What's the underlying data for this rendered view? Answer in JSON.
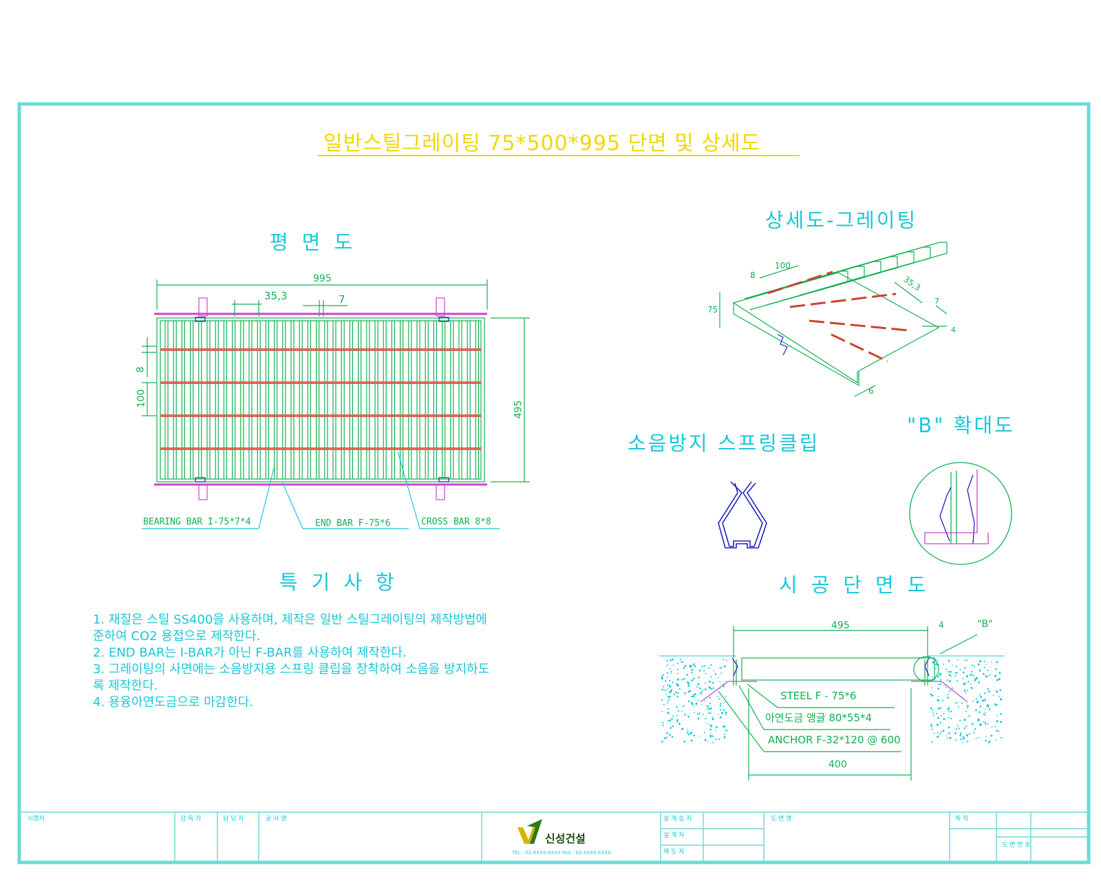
{
  "drawing_title": "일반스틸그레이팅 75*500*995 단면 및 상세도",
  "plan": {
    "title": "평면도",
    "dims": {
      "length": "995",
      "spacing": "35,3",
      "thickness": "7",
      "width": "495",
      "cross_thickness": "8",
      "cross_spacing": "100"
    },
    "labels": {
      "bearing_bar": "BEARING BAR I-75*7*4",
      "end_bar": "END BAR F-75*6",
      "cross_bar": "CROSS BAR 8*8"
    }
  },
  "detail": {
    "title": "상세도-그레이팅",
    "dims": {
      "cross": "8",
      "cross_spacing": "100",
      "spacing": "35,3",
      "thickness": "7",
      "height": "75",
      "web": "4",
      "end": "6"
    }
  },
  "clip": {
    "title": "소음방지 스프링클립"
  },
  "enlarge": {
    "title": "\"B\" 확대도"
  },
  "notes": {
    "title": "특기사항",
    "line1": "1.  재질은 스틸 SS400을 사용하며, 제작은 일반 스틸그레이팅의 제작방법에",
    "line1b": "준하여 CO2 용접으로 제작한다.",
    "line2": "2. END BAR는 I-BAR가 아닌 F-BAR를 사용하여 제작한다.",
    "line3": "3. 그레이팅의 사면에는 소음방지용 스프링 클립을 장착하여 소음을 방지하도",
    "line3b": "록 제작한다.",
    "line4": "4. 용융아연도금으로 마감한다."
  },
  "section": {
    "title": "시공단면도",
    "dims": {
      "width": "495",
      "gap": "4",
      "bottom": "400",
      "ref": "\"B\""
    },
    "labels": {
      "steel": "STEEL F  -  75*6",
      "angle": "아연도금 앵글 80*55*4",
      "anchor": "ANCHOR F-32*120 @ 600"
    }
  },
  "title_block": {
    "logo": "신성건설",
    "cells": [
      "시행처",
      "감 독 자",
      "담 당 자",
      "공 사 명",
      "설 계 승 자",
      "도 면 명",
      "축 척",
      "도 면 번 호",
      "설 계 자",
      "제 도 자"
    ],
    "contact": "TEL : 02-XXXX-XXXX   FAX : 02-XXXX-XXXX"
  },
  "colors": {
    "frame": "#6fd8d8",
    "title": "#f0d800",
    "text": "#18c8d8",
    "lines": "#10b050",
    "cross": "#d04030",
    "magenta": "#d040d0",
    "blue": "#2020c0"
  }
}
